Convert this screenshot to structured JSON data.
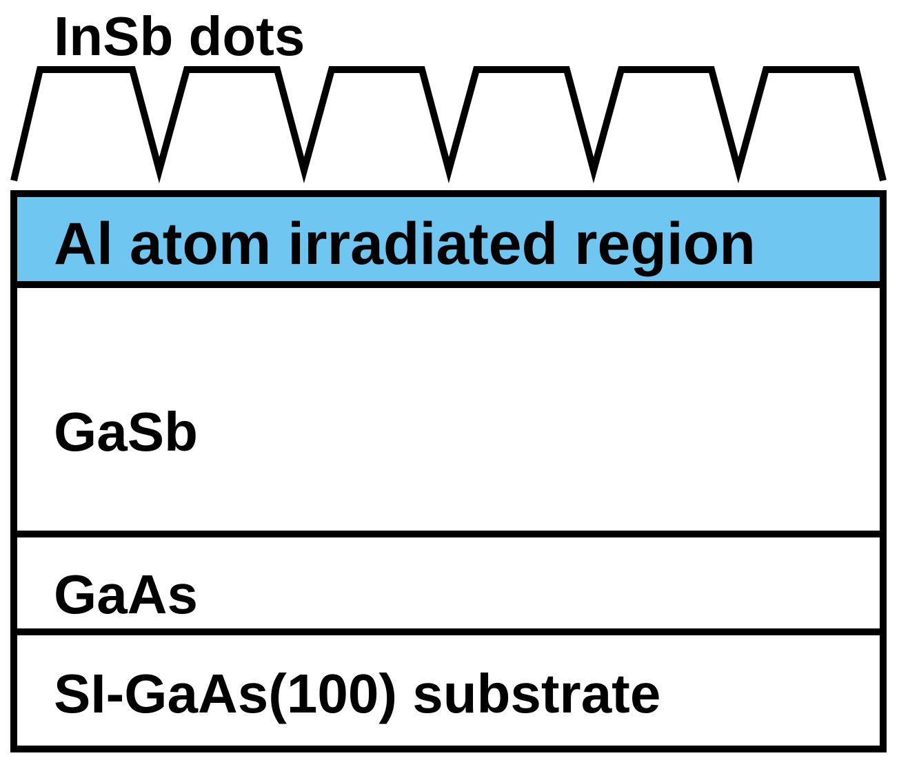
{
  "labels": {
    "dots": "InSb dots",
    "irradiated": "Al atom irradiated region",
    "gasb": "GaSb",
    "gaas": "GaAs",
    "substrate": "SI-GaAs(100) substrate"
  },
  "colors": {
    "irradiated_fill": "#6EC6F1",
    "outline": "#000000",
    "background": "#FFFFFF"
  }
}
